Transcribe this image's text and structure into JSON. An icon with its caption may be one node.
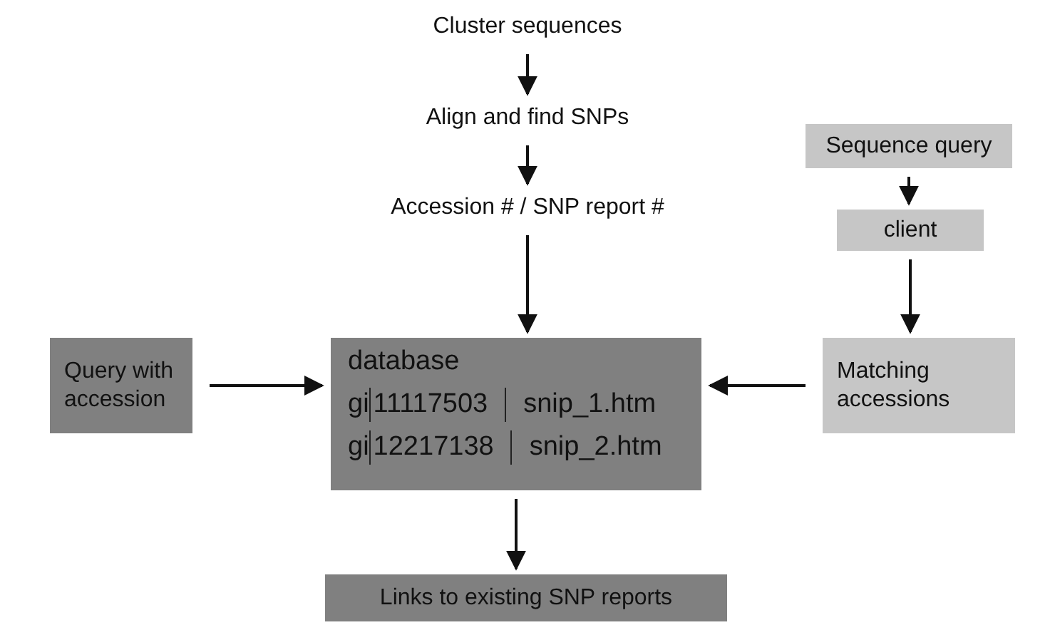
{
  "diagram": {
    "nodes": [
      {
        "text": [
          "Cluster sequences"
        ]
      },
      {
        "text": [
          "Align and find SNPs"
        ]
      },
      {
        "text": [
          "Accession # / SNP report #"
        ]
      },
      {
        "text": [
          "Sequence query"
        ]
      },
      {
        "text": [
          "client"
        ]
      },
      {
        "text": [
          "Query with accession"
        ]
      },
      {
        "text": [
          "database",
          "gi",
          "11117503",
          "snip_1.htm",
          "gi",
          "12217138",
          "snip_2.htm"
        ]
      },
      {
        "text": [
          "Matching accessions"
        ]
      },
      {
        "text": [
          "Links to existing SNP reports"
        ]
      }
    ],
    "edges": [
      {
        "from": 0,
        "to": 1,
        "arrow": "to"
      },
      {
        "from": 1,
        "to": 2,
        "arrow": "to"
      },
      {
        "from": 2,
        "to": 6,
        "arrow": "to"
      },
      {
        "from": 3,
        "to": 4,
        "arrow": "to"
      },
      {
        "from": 4,
        "to": 7,
        "arrow": "to"
      },
      {
        "from": 5,
        "to": 6,
        "arrow": "to"
      },
      {
        "from": 7,
        "to": 6,
        "arrow": "to"
      },
      {
        "from": 6,
        "to": 8,
        "arrow": "to"
      }
    ]
  }
}
